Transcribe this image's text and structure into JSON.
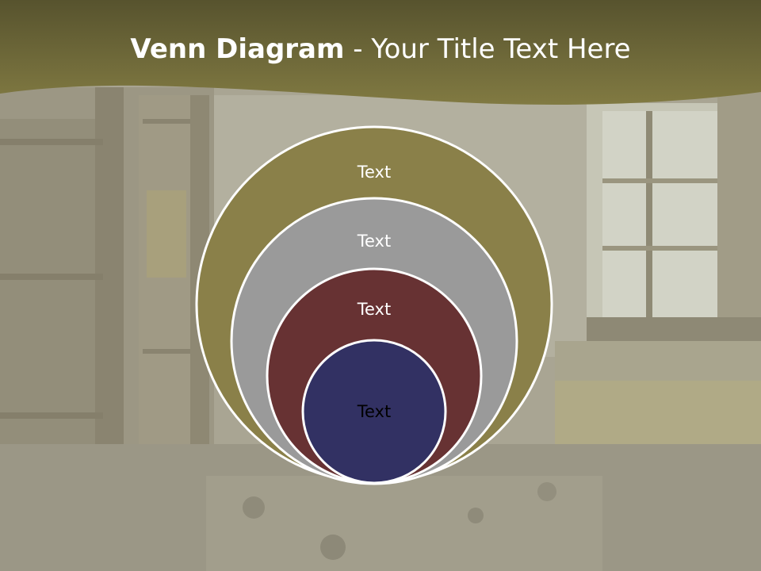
{
  "slide": {
    "title_bold": "Venn Diagram",
    "title_separator": " - ",
    "title_rest": "Your Title Text Here"
  },
  "diagram": {
    "circles": [
      {
        "label": "Text",
        "color": "#8a8049"
      },
      {
        "label": "Text",
        "color": "#9a9a9a"
      },
      {
        "label": "Text",
        "color": "#673233"
      },
      {
        "label": "Text",
        "color": "#323163"
      }
    ]
  },
  "colors": {
    "banner": "#6f6a37",
    "circle_border": "#ffffff",
    "background_overlay": "#b4b1a3"
  }
}
